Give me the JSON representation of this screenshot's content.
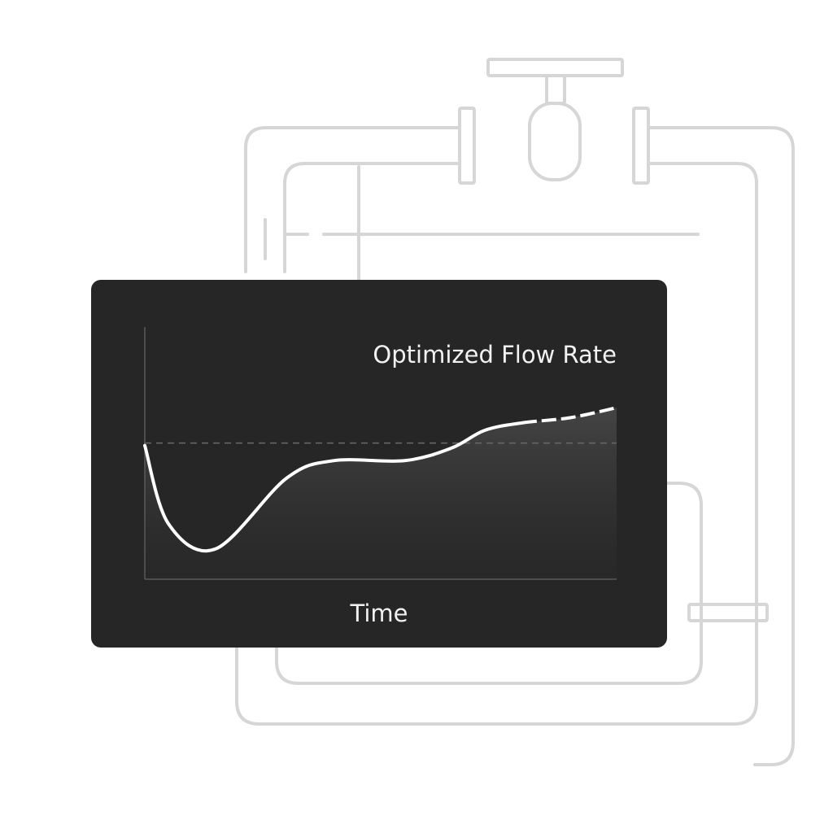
{
  "chart_data": {
    "type": "line",
    "title": "Optimized Flow Rate",
    "xlabel": "Time",
    "ylabel": "",
    "xlim": [
      0,
      100
    ],
    "ylim": [
      0,
      100
    ],
    "grid": false,
    "reference_line": 54,
    "series": [
      {
        "values": [
          {
            "x": 0,
            "y": 53
          },
          {
            "x": 5,
            "y": 22
          },
          {
            "x": 15,
            "y": 12
          },
          {
            "x": 30,
            "y": 40
          },
          {
            "x": 40,
            "y": 47
          },
          {
            "x": 55,
            "y": 47
          },
          {
            "x": 65,
            "y": 52
          },
          {
            "x": 72,
            "y": 59
          },
          {
            "x": 80,
            "y": 62
          },
          {
            "x": 90,
            "y": 64
          },
          {
            "x": 100,
            "y": 68
          }
        ],
        "dashed_from_x": 80
      }
    ]
  },
  "colors": {
    "panel": "#262626",
    "line": "#ffffff",
    "reference": "#6a6a6a",
    "pipes": "#d6d6d6"
  }
}
